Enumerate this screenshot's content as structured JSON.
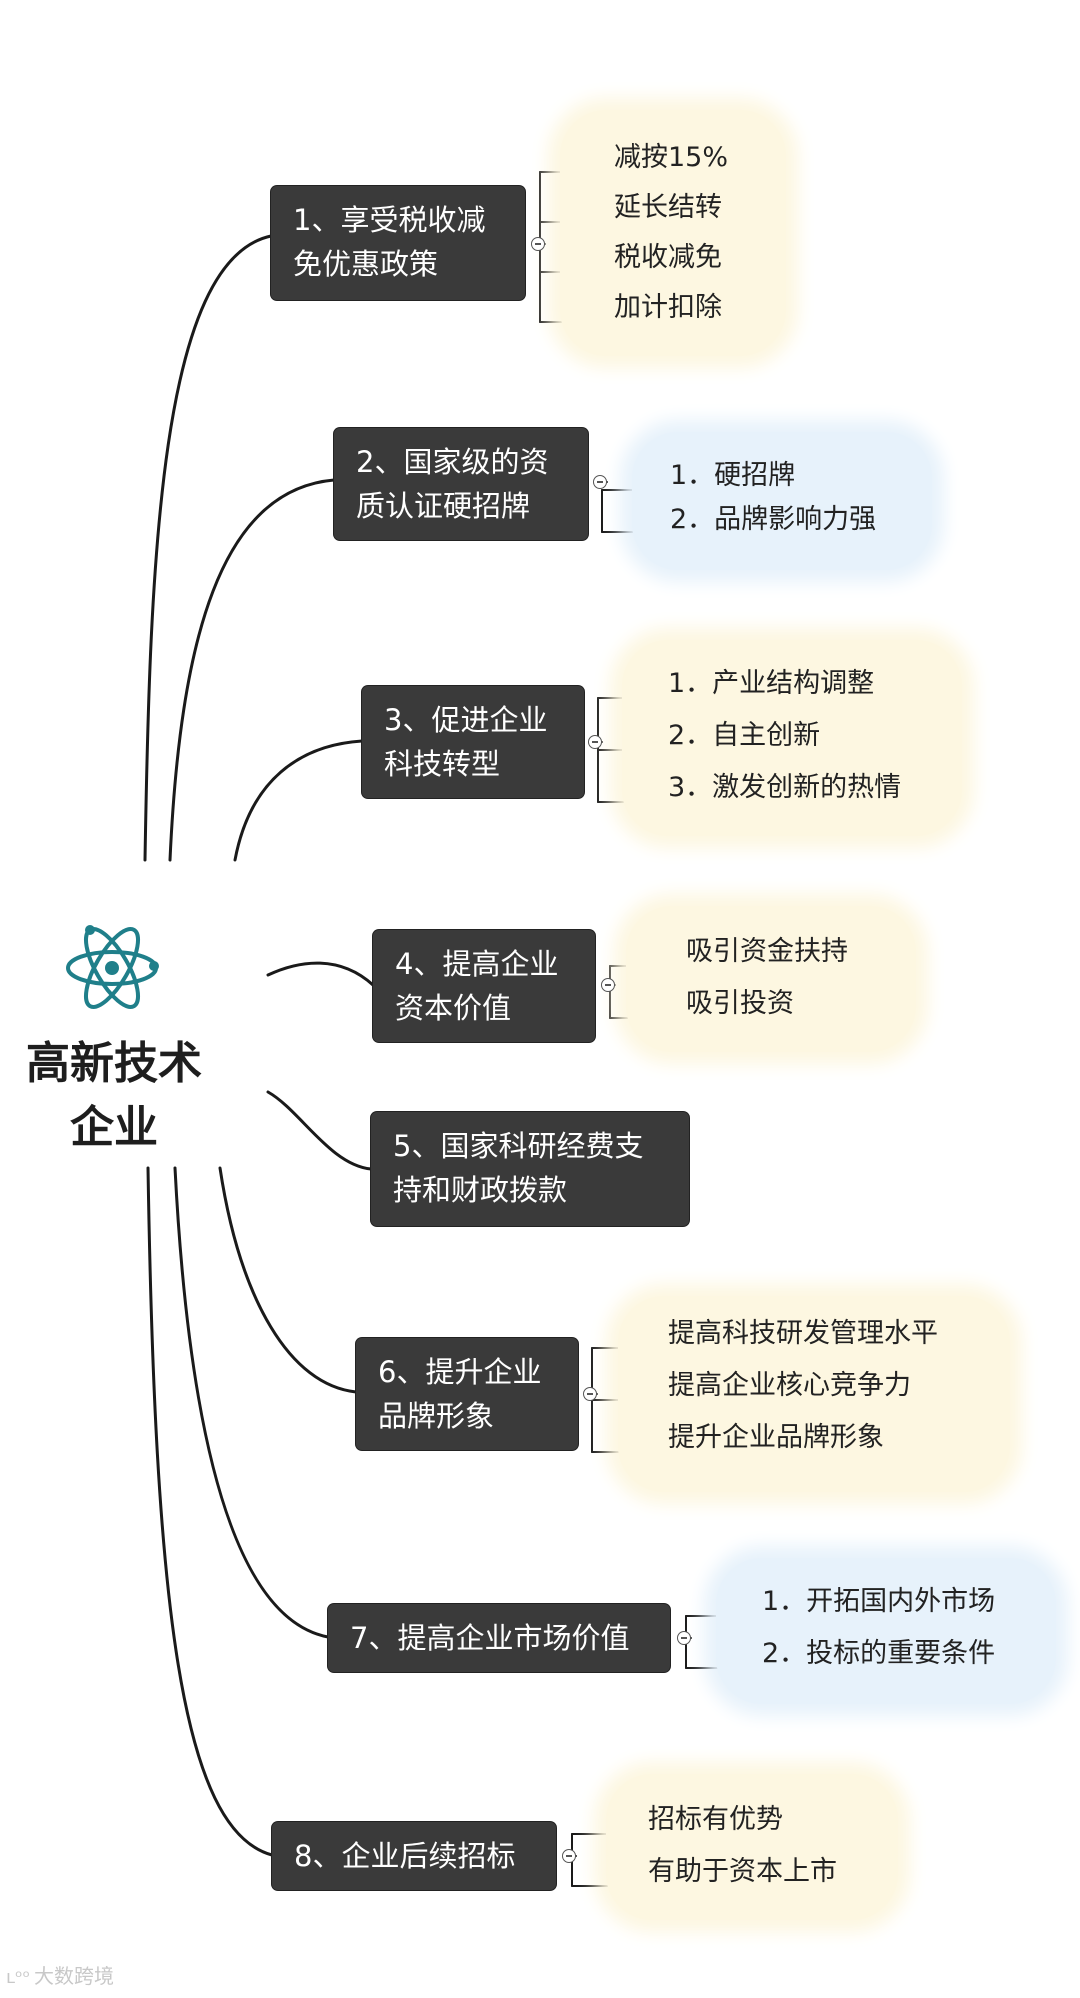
{
  "root": {
    "line1": "高新技术",
    "line2": "企业",
    "icon": "atom-icon"
  },
  "branches": [
    {
      "label": [
        "1、享受税收减",
        "免优惠政策"
      ],
      "leaves": [
        "减按15%",
        "延长结转",
        "税收减免",
        "加计扣除"
      ],
      "cloud": "#fdf7e1"
    },
    {
      "label": [
        "2、国家级的资",
        "质认证硬招牌"
      ],
      "leaves": [
        "1．硬招牌",
        "2．品牌影响力强"
      ],
      "cloud": "#e7f2fb"
    },
    {
      "label": [
        "3、促进企业",
        "科技转型"
      ],
      "leaves": [
        "1．产业结构调整",
        "2．自主创新",
        "3．激发创新的热情"
      ],
      "cloud": "#fdf7e1"
    },
    {
      "label": [
        "4、提高企业",
        "资本价值"
      ],
      "leaves": [
        "吸引资金扶持",
        "吸引投资"
      ],
      "cloud": "#fdf7e1"
    },
    {
      "label": [
        "5、国家科研经费支",
        "持和财政拨款"
      ],
      "leaves": [],
      "cloud": ""
    },
    {
      "label": [
        "6、提升企业",
        "品牌形象"
      ],
      "leaves": [
        "提高科技研发管理水平",
        "提高企业核心竞争力",
        "提升企业品牌形象"
      ],
      "cloud": "#fdf7e1"
    },
    {
      "label": [
        "7、提高企业市场价值"
      ],
      "leaves": [
        "1．开拓国内外市场",
        "2．投标的重要条件"
      ],
      "cloud": "#e7f2fb"
    },
    {
      "label": [
        "8、企业后续招标"
      ],
      "leaves": [
        "招标有优势",
        "有助于资本上市"
      ],
      "cloud": "#fdf7e1"
    }
  ],
  "watermark": "大数跨境",
  "colors": {
    "node": "#3a3a3a",
    "line": "#1a1a1a",
    "root_text": "#1e1e1e",
    "atom": "#1f7f8a"
  }
}
